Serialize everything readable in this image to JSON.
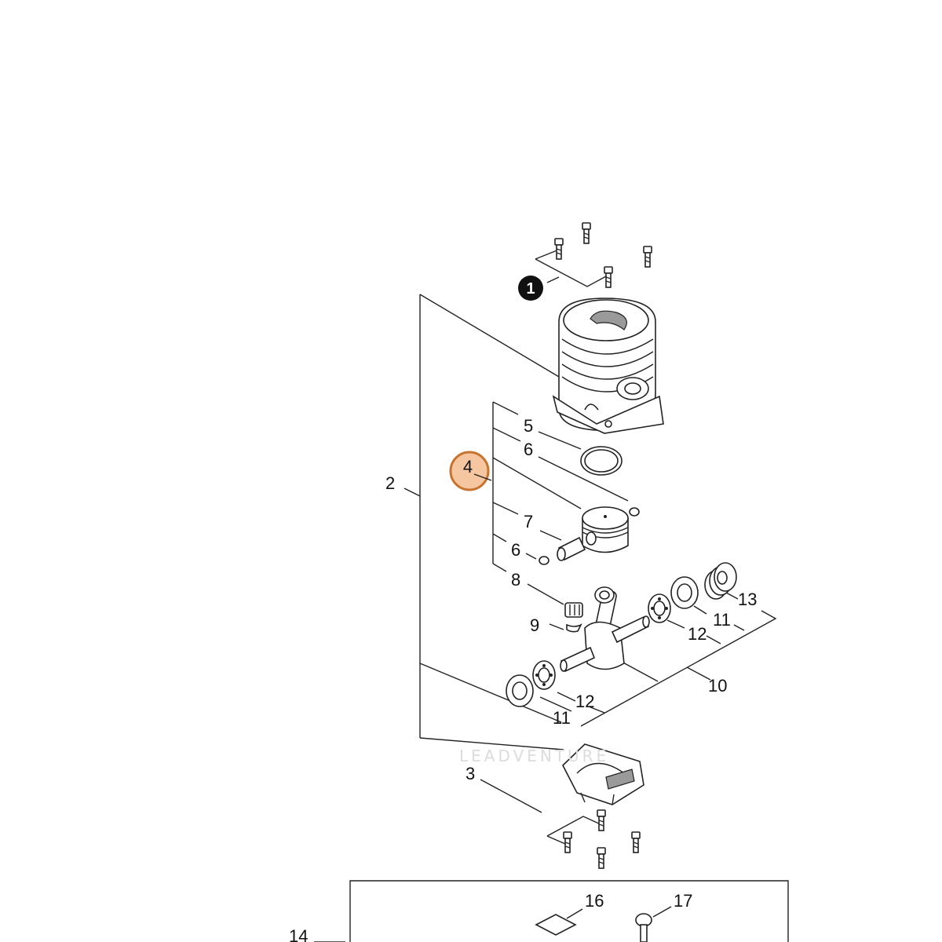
{
  "callouts": {
    "c1": "1",
    "c2": "2",
    "c3": "3",
    "c4": "4",
    "c5": "5",
    "c6a": "6",
    "c6b": "6",
    "c7": "7",
    "c8": "8",
    "c9": "9",
    "c10": "10",
    "c11a": "11",
    "c11b": "11",
    "c12a": "12",
    "c12b": "12",
    "c13": "13",
    "c14": "14",
    "c16": "16",
    "c17": "17"
  },
  "highlight": {
    "label": "4",
    "fill": "#f5c6a0",
    "stroke": "#c8742f"
  },
  "badge": {
    "label": "1",
    "fill": "#111111",
    "text_color": "#ffffff"
  },
  "watermark": {
    "text": "LEADVENTURE"
  }
}
